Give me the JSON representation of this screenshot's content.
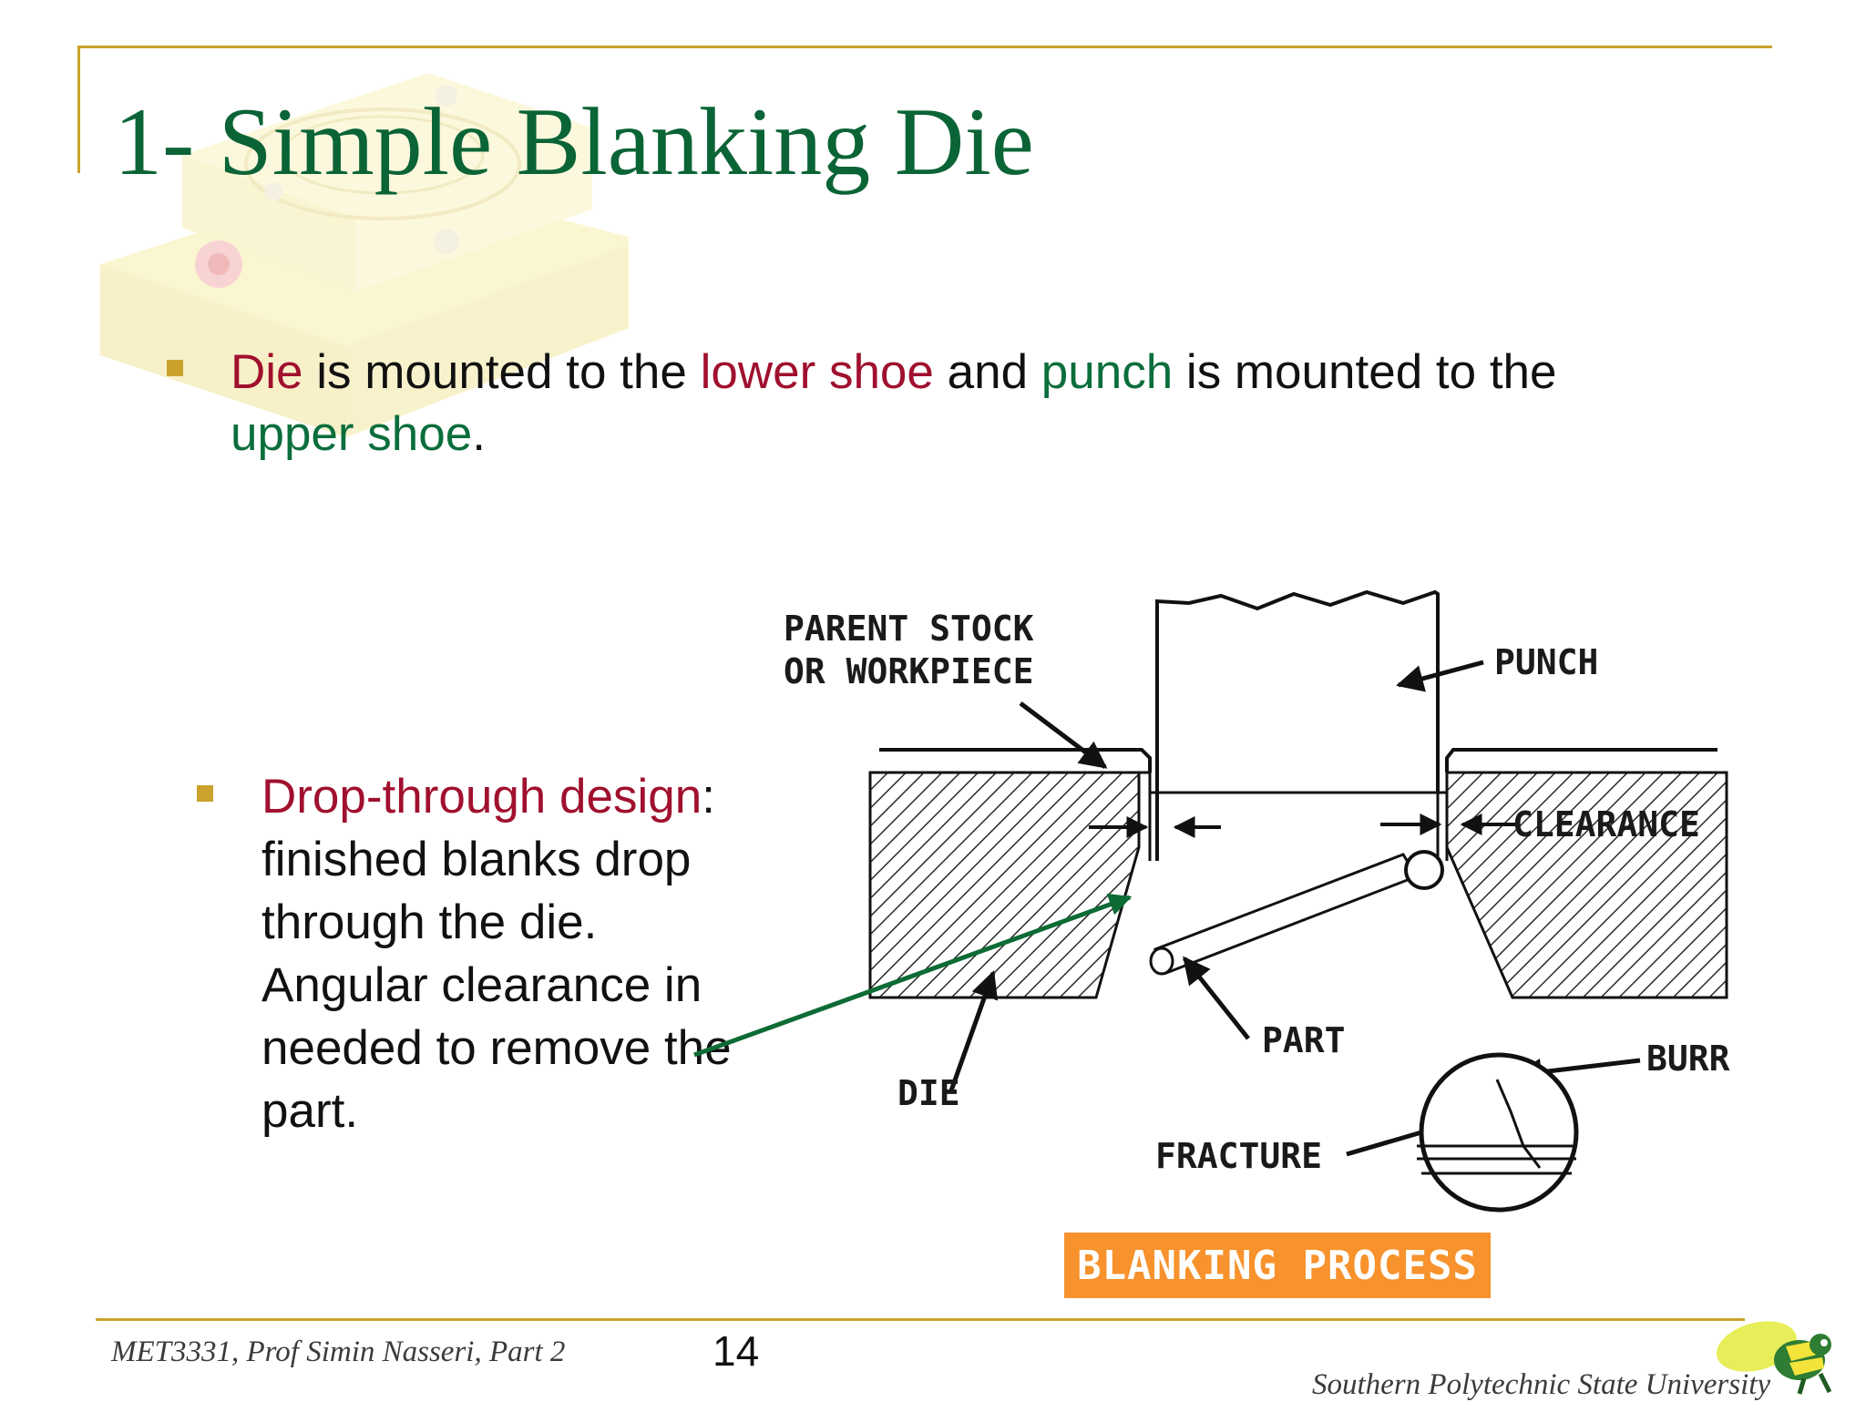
{
  "title": "1- Simple Blanking Die",
  "bullet1": {
    "parts": [
      "Die",
      " is mounted to the ",
      "lower shoe",
      " and ",
      "punch",
      " is mounted to the ",
      "upper shoe",
      "."
    ]
  },
  "bullet2": {
    "parts": [
      "Drop-through design",
      ": finished blanks drop through the die. Angular clearance in needed to remove the part."
    ]
  },
  "diagram": {
    "labels": {
      "parent_stock_line1": "PARENT STOCK",
      "parent_stock_line2": "OR WORKPIECE",
      "punch": "PUNCH",
      "clearance": "CLEARANCE",
      "part": "PART",
      "die": "DIE",
      "burr": "BURR",
      "fracture": "FRACTURE"
    },
    "process_label": "BLANKING PROCESS"
  },
  "footer": {
    "left": "MET3331, Prof Simin Nasseri, Part 2",
    "page": "14",
    "right": "Southern Polytechnic State University"
  },
  "colors": {
    "title": "#0b6436",
    "frame": "#c9a32c",
    "bullet": "#c9a32c",
    "highlight_red": "#a0102e",
    "highlight_green": "#0b6e3c",
    "arrow_green": "#0d6b35",
    "process_box": "#f7922c"
  }
}
